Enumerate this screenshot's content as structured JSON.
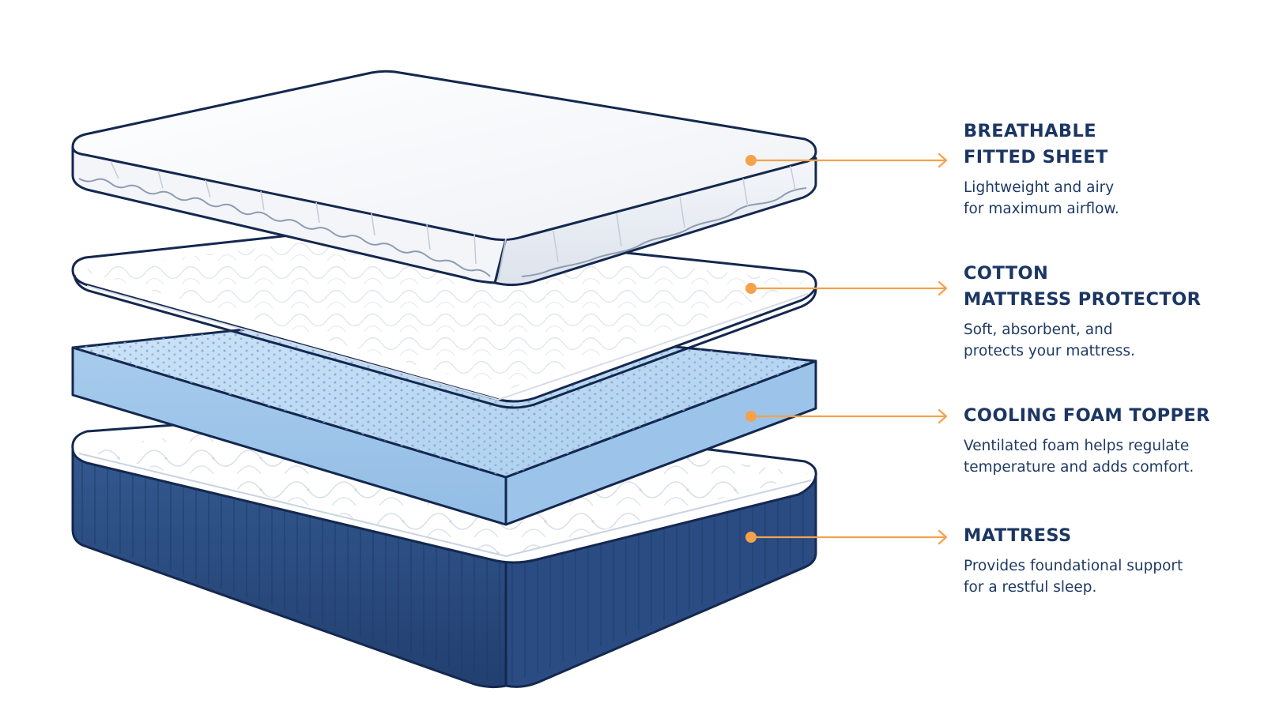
{
  "colors": {
    "navy": "#1c3663",
    "outline": "#14284f",
    "leader_orange": "#f4a24c",
    "foam_blue": "#b7d7f3",
    "mattress_blue": "#2c4f86",
    "sheet_white": "#ffffff"
  },
  "layers": [
    {
      "id": "fitted-sheet",
      "title_lines": [
        "BREATHABLE",
        "FITTED SHEET"
      ],
      "desc_lines": [
        "Lightweight and airy",
        "for maximum airflow."
      ]
    },
    {
      "id": "mattress-protector",
      "title_lines": [
        "COTTON",
        "MATTRESS PROTECTOR"
      ],
      "desc_lines": [
        "Soft, absorbent, and",
        "protects your mattress."
      ]
    },
    {
      "id": "foam-topper",
      "title_lines": [
        "COOLING FOAM TOPPER"
      ],
      "desc_lines": [
        "Ventilated foam helps regulate",
        "temperature and adds comfort."
      ]
    },
    {
      "id": "mattress",
      "title_lines": [
        "MATTRESS"
      ],
      "desc_lines": [
        "Provides foundational support",
        "for a restful sleep."
      ]
    }
  ]
}
